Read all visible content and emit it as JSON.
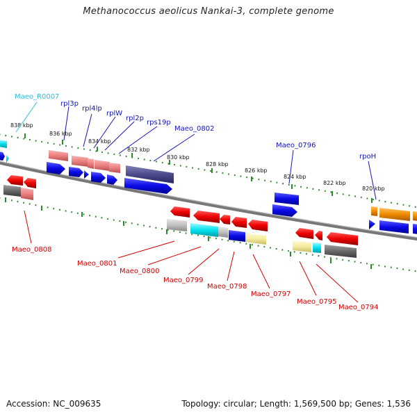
{
  "title": "Methanococcus aeolicus Nankai-3, complete genome",
  "footer": {
    "accession": "Accession: NC_009635",
    "summary": "Topology: circular; Length: 1,569,500 bp; Genes: 1,536"
  },
  "scale_ticks": [
    "838 kbp",
    "836 kbp",
    "834 kbp",
    "832 kbp",
    "830 kbp",
    "828 kbp",
    "826 kbp",
    "824 kbp",
    "822 kbp",
    "820 kbp"
  ],
  "labels_upper": [
    "Maeo_R0007",
    "rpl3p",
    "rpl4lp",
    "rplW",
    "rpl2p",
    "rps19p",
    "Maeo_0802",
    "Maeo_0796",
    "rpoH"
  ],
  "labels_lower": [
    "Maeo_0808",
    "Maeo_0801",
    "Maeo_0800",
    "Maeo_0799",
    "Maeo_0798",
    "Maeo_0797",
    "Maeo_0795",
    "Maeo_0794"
  ],
  "colors": {
    "blue_gene": "#0a0ae6",
    "red_gene": "#ee0000",
    "pink_gene": "#ec8080",
    "navy_gene": "#4b4b8c",
    "cyan_gene": "#00e0ee",
    "gray_gene": "#c0c0c0",
    "dark_gray_gene": "#686868",
    "yellow_gene": "#f4eca0",
    "orange_gene": "#f08a00",
    "tick_green": "#2e8a2e",
    "backbone": "#7a7a7a"
  }
}
